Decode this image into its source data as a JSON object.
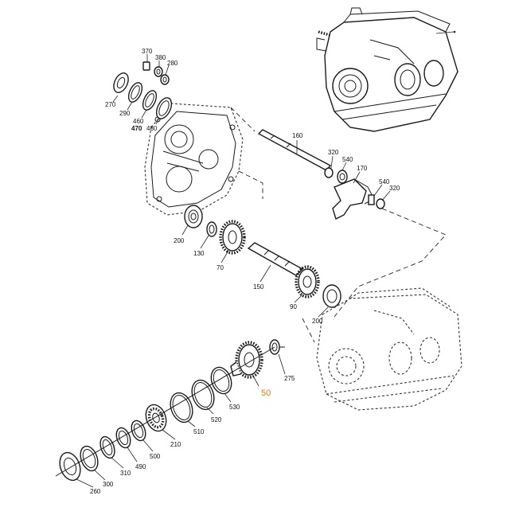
{
  "labels": {
    "p370": "370",
    "p380": "380",
    "p280": "280",
    "p270": "270",
    "p290": "290",
    "p460": "460",
    "p470": "470",
    "p480": "480",
    "p160": "160",
    "p320a": "320",
    "p540a": "540",
    "p170": "170",
    "p540b": "540",
    "p320b": "320",
    "p200a": "200",
    "p130": "130",
    "p70": "70",
    "p150": "150",
    "p90": "90",
    "p200b": "200",
    "p50": "50",
    "p275": "275",
    "p530": "530",
    "p520": "520",
    "p510": "510",
    "p210": "210",
    "p500": "500",
    "p490": "490",
    "p310": "310",
    "p300": "300",
    "p260": "260"
  },
  "colors": {
    "highlight": "#e07b10",
    "ink": "#1a1a1a"
  }
}
